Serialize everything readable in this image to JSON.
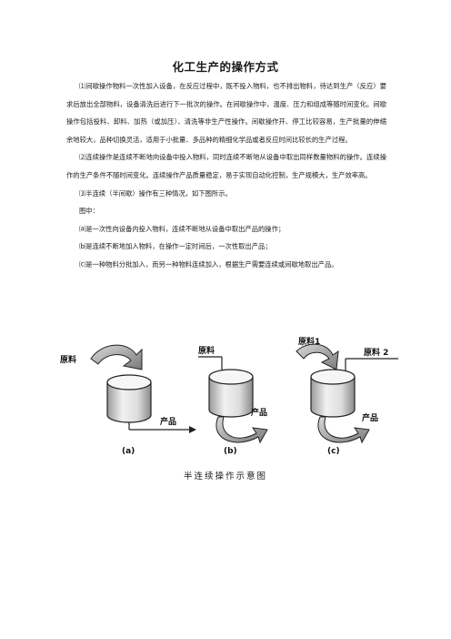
{
  "document": {
    "title": "化工生产的操作方式",
    "paragraphs": [
      "⑴间歇操作物料一次性加入设备，在反应过程中，既不投入物料，也不排出物料，待达到生产（反应）要求后放出全部物料，设备清洗后进行下一批次的操作。在间歇操作中，温度、压力和组成等随时间变化。间歇操作包括投料、卸料、加热（或加压）、清洗等非生产性操作。间歇操作开、停工比较容易，生产批量的伸缩余地较大，品种切换灵活，适用于小批量、多品种的精细化学品或者反应时间比较长的生产过程。",
      "⑵连续操作是连续不断地向设备中投入物料，同时连续不断地从设备中取出同样数量物料的操作。连续操作的生产条件不随时间变化。连续操作产品质量稳定，易于实现自动化控制，生产规模大，生产效率高。",
      "⑶半连续（半间歇）操作有三种情况，如下图所示。",
      "图中：",
      "⒜是一次性向设备内投入物料，连续不断地从设备中取出产品的操作；",
      "⒝是连续不断地加入物料，在操作一定时间后，一次性取出产品；",
      "⒞是一种物料分批加入，而另一种物料连续加入，根据生产需要连续或间歇地取出产品。"
    ]
  },
  "figure": {
    "labels": {
      "raw": "原料",
      "raw1": "原料1",
      "raw2": "原料 2",
      "product": "产品"
    },
    "panels": [
      "(a)",
      "(b)",
      "(c)"
    ],
    "caption": "半连续操作示意图"
  }
}
